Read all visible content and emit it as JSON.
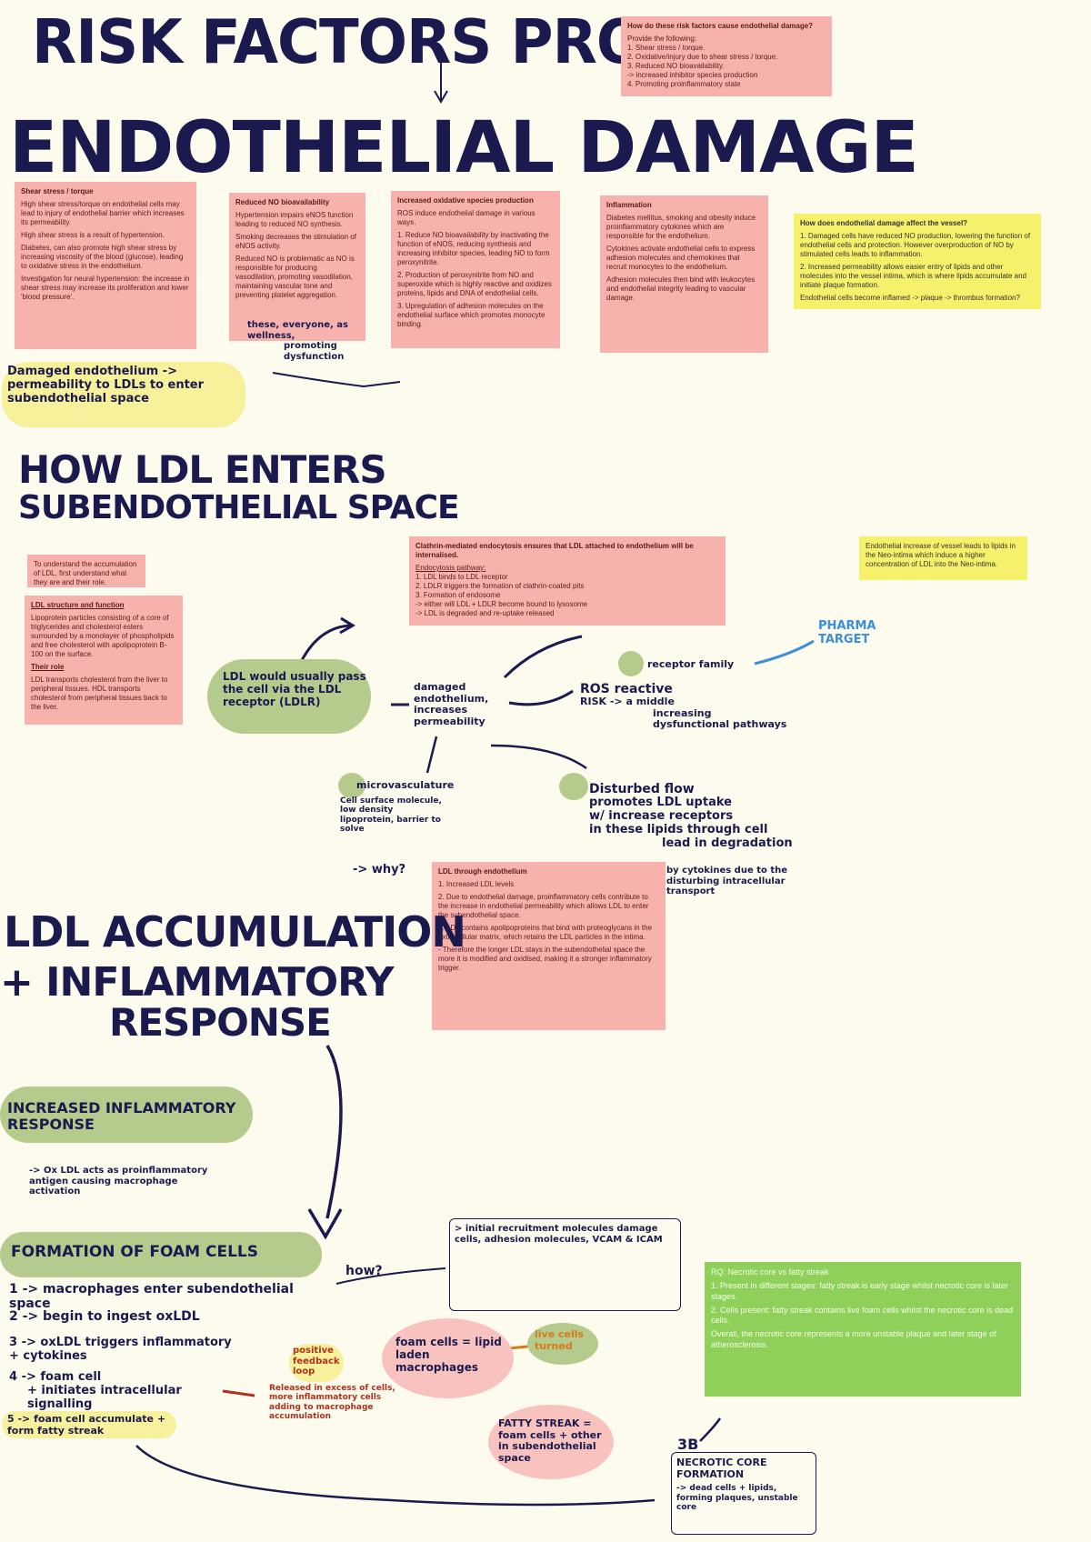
{
  "title": {
    "line1": "RISK FACTORS PROMOTE",
    "line2": "ENDOTHELIAL DAMAGE"
  },
  "notes": {
    "top_pink": {
      "q": "How do these risk factors cause endothelial damage?",
      "l1": "Provide the following:",
      "l2": "1. Shear stress / torque.",
      "l3": "2. Oxidative/injury due to shear stress / torque.",
      "l4": "3. Reduced NO bioavailability.",
      "l5": "-> increased inhibitor species production",
      "l6": "4. Promoting proinflammatory state"
    },
    "shear": {
      "h": "Shear stress / torque",
      "p1": "High shear stress/torque on endothelial cells may lead to injury of endothelial barrier which increases its permeability.",
      "p2": "High shear stress is a result of hypertension.",
      "p3": "Diabetes, can also promote high shear stress by increasing viscosity of the blood (glucose), leading to oxidative stress in the endothelium.",
      "p4": "Investigation for neural hypertension: the increase in shear stress may increase its proliferation and lower 'blood pressure'."
    },
    "no": {
      "h": "Reduced NO bioavailability",
      "p1": "Hypertension impairs eNOS function leading to reduced NO synthesis.",
      "p2": "Smoking decreases the stimulation of eNOS activity.",
      "p3": "Reduced NO is problematic as NO is responsible for producing vasodilation, promoting vasodilation, maintaining vascular tone and preventing platelet aggregation."
    },
    "ros": {
      "h": "Increased oxidative species production",
      "p1": "ROS induce endothelial damage in various ways.",
      "p2": "1. Reduce NO bioavailability by inactivating the function of eNOS, reducing synthesis and increasing inhibitor species, leading NO to form peroxynitrite.",
      "p3": "2. Production of peroxynitrite from NO and superoxide which is highly reactive and oxidizes proteins, lipids and DNA of endothelial cells.",
      "p4": "3. Upregulation of adhesion molecules on the endothelial surface which promotes monocyte binding."
    },
    "inflam": {
      "h": "Inflammation",
      "p1": "Diabetes mellitus, smoking and obesity induce proinflammatory cytokines which are responsible for the endothelium.",
      "p2": "Cytokines activate endothelial cells to express adhesion molecules and chemokines that recruit monocytes to the endothelium.",
      "p3": "Adhesion molecules then bind with leukocytes and endothelial integrity leading to vascular damage."
    },
    "yellow_q": {
      "h": "How does endothelial damage affect the vessel?",
      "p1": "1. Damaged cells have reduced NO production, lowering the function of endothelial cells and protection. However overproduction of NO by stimulated cells leads to inflammation.",
      "p2": "2. Increased permeability allows easier entry of lipids and other molecules into the vessel intima, which is where lipids accumulate and initiate plaque formation.",
      "p3": "Endothelial cells become inflamed -> plaque -> thrombus formation?"
    },
    "accum": {
      "t": "To understand the accumulation of LDL, first understand what they are and their role."
    },
    "ldl": {
      "h1": "LDL structure and function",
      "p1": "Lipoprotein particles consisting of a core of triglycerides and cholesterol esters surrounded by a monolayer of phospholipids and free cholesterol with apolipoprotein B-100 on the surface.",
      "h2": "Their role",
      "p2": "LDL transports cholesterol from the liver to peripheral tissues. HDL transports cholesterol from peripheral tissues back to the liver."
    },
    "clathrin": {
      "h": "Clathrin-mediated endocytosis ensures that LDL attached to endothelium will be internalised.",
      "s": "Endocytosis pathway:",
      "l1": "1. LDL binds to LDL receptor",
      "l2": "2. LDLR triggers the formation of clathrin-coated pits",
      "l3": "3. Formation of endosome",
      "l4": "-> either will LDL + LDLR become bound to lysosome",
      "l5": "-> LDL is degraded and re-uptake released"
    },
    "yellow_right": {
      "t": "Endothelial increase of vessel leads to lipids in the Neo-intima which induce a higher concentration of LDL into the Neo-intima."
    },
    "ldl_damage": {
      "h": "LDL through endothelium",
      "l1": "1. Increased LDL levels",
      "p2": "2. Due to endothelial damage, proinflammatory cells contribute to the increase in endothelial permeability which allows LDL to enter the subendothelial space.",
      "p3": "3. LDL contains apolipoproteins that bind with proteoglycans in the extracellular matrix, which retains the LDL particles in the intima.",
      "p4": "- Therefore the longer LDL stays in the subendothelial space the more it is modified and oxidised, making it a stronger inflammatory trigger."
    },
    "necrotic": {
      "h": "RQ: Necrotic core vs fatty streak",
      "p1": "1. Present in different stages: fatty streak is early stage whilst necrotic core is later stages.",
      "p2": "2. Cells present: fatty streak contains live foam cells whilst the necrotic core is dead cells.",
      "p3": "Overall, the necrotic core represents a more unstable plaque and later stage of atherosclerosis."
    }
  },
  "hand": {
    "damaged_label": "Damaged endothelium -> permeability to LDLs to enter subendothelial space",
    "rose_tag": "these, everyone, as wellness,",
    "rose_tag2": "promoting dysfunction",
    "how_ldl": "HOW LDL ENTERS",
    "subendo": "SUBENDOTHELIAL SPACE",
    "green_bubble": "LDL would usually pass the cell via the LDL receptor (LDLR)",
    "damaged_endo": "damaged endothelium, increases permeability",
    "ros": "ROS reactive",
    "ros2": "RISK -> a middle",
    "ros3": "increasing dysfunctional pathways",
    "receptor": "receptor family",
    "pharma": "PHARMA TARGET",
    "microvasc": "microvasculature",
    "microvasc_text": "Cell surface molecule, low density lipoprotein, barrier to solve",
    "why": "-> why?",
    "disturbed": "Disturbed flow",
    "disturbed2": "promotes LDL uptake",
    "disturbed3": "w/ increase receptors",
    "disturbed4": "in these lipids through cell",
    "disturbed5": "lead in degradation",
    "disturbed6": "by cytokines due to the disturbing intracellular transport",
    "ldl_accum": "LDL ACCUMULATION",
    "inflam_resp": "+ INFLAMMATORY",
    "response": "RESPONSE",
    "increased_inflam": "INCREASED INFLAMMATORY RESPONSE",
    "ox_ldl": "-> Ox LDL acts as proinflammatory antigen causing macrophage activation",
    "foam_cells_h": "FORMATION OF FOAM CELLS",
    "step1": "1 -> macrophages enter subendothelial space",
    "step2": "2 -> begin to ingest oxLDL",
    "step3": "3 -> oxLDL triggers inflammatory + cytokines",
    "step4": "4 -> foam cell",
    "step4b": "+ initiates intracellular signalling",
    "step5": "5 -> foam cell accumulate + form fatty streak",
    "how": "how?",
    "box_text": "> initial recruitment molecules damage cells, adhesion molecules, VCAM & ICAM",
    "foam_cells_oval": "foam cells = lipid laden macrophages",
    "live_cells": "live cells turned",
    "positive_feedback": "positive feedback loop",
    "red_text": "Released in excess of cells, more inflammatory cells adding to macrophage accumulation",
    "fatty_streak": "FATTY STREAK = foam cells + other in subendothelial space",
    "plaque": "NECROTIC CORE FORMATION",
    "plaque_text": "-> dead cells + lipids, forming plaques, unstable core",
    "num_3b": "3B"
  }
}
